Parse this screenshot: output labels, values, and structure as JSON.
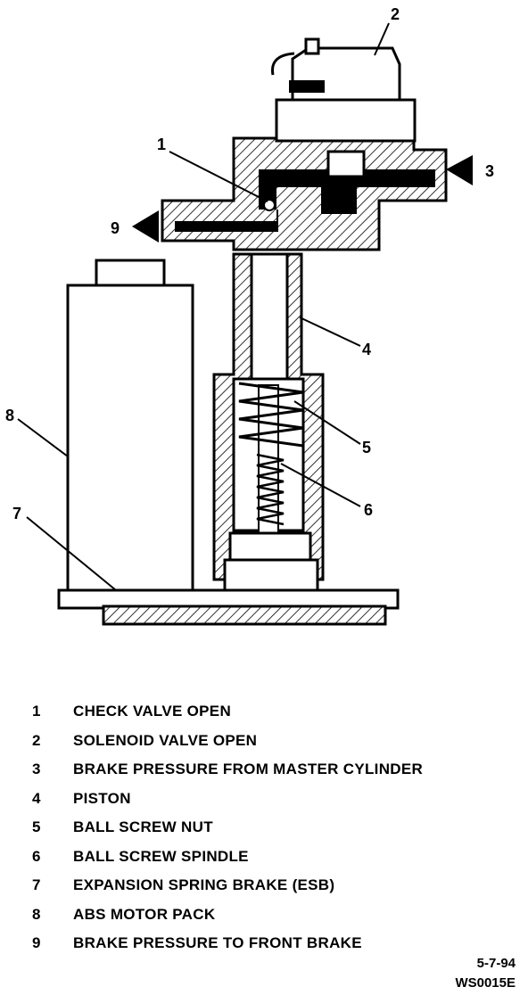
{
  "callouts": [
    "1",
    "2",
    "3",
    "4",
    "5",
    "6",
    "7",
    "8",
    "9"
  ],
  "legend": [
    {
      "num": "1",
      "text": "CHECK VALVE OPEN"
    },
    {
      "num": "2",
      "text": "SOLENOID VALVE OPEN"
    },
    {
      "num": "3",
      "text": "BRAKE PRESSURE FROM MASTER CYLINDER"
    },
    {
      "num": "4",
      "text": "PISTON"
    },
    {
      "num": "5",
      "text": "BALL SCREW NUT"
    },
    {
      "num": "6",
      "text": "BALL SCREW SPINDLE"
    },
    {
      "num": "7",
      "text": "EXPANSION SPRING BRAKE (ESB)"
    },
    {
      "num": "8",
      "text": "ABS MOTOR PACK"
    },
    {
      "num": "9",
      "text": "BRAKE PRESSURE TO FRONT BRAKE"
    }
  ],
  "footer": {
    "date": "5-7-94",
    "code": "WS0015E"
  }
}
